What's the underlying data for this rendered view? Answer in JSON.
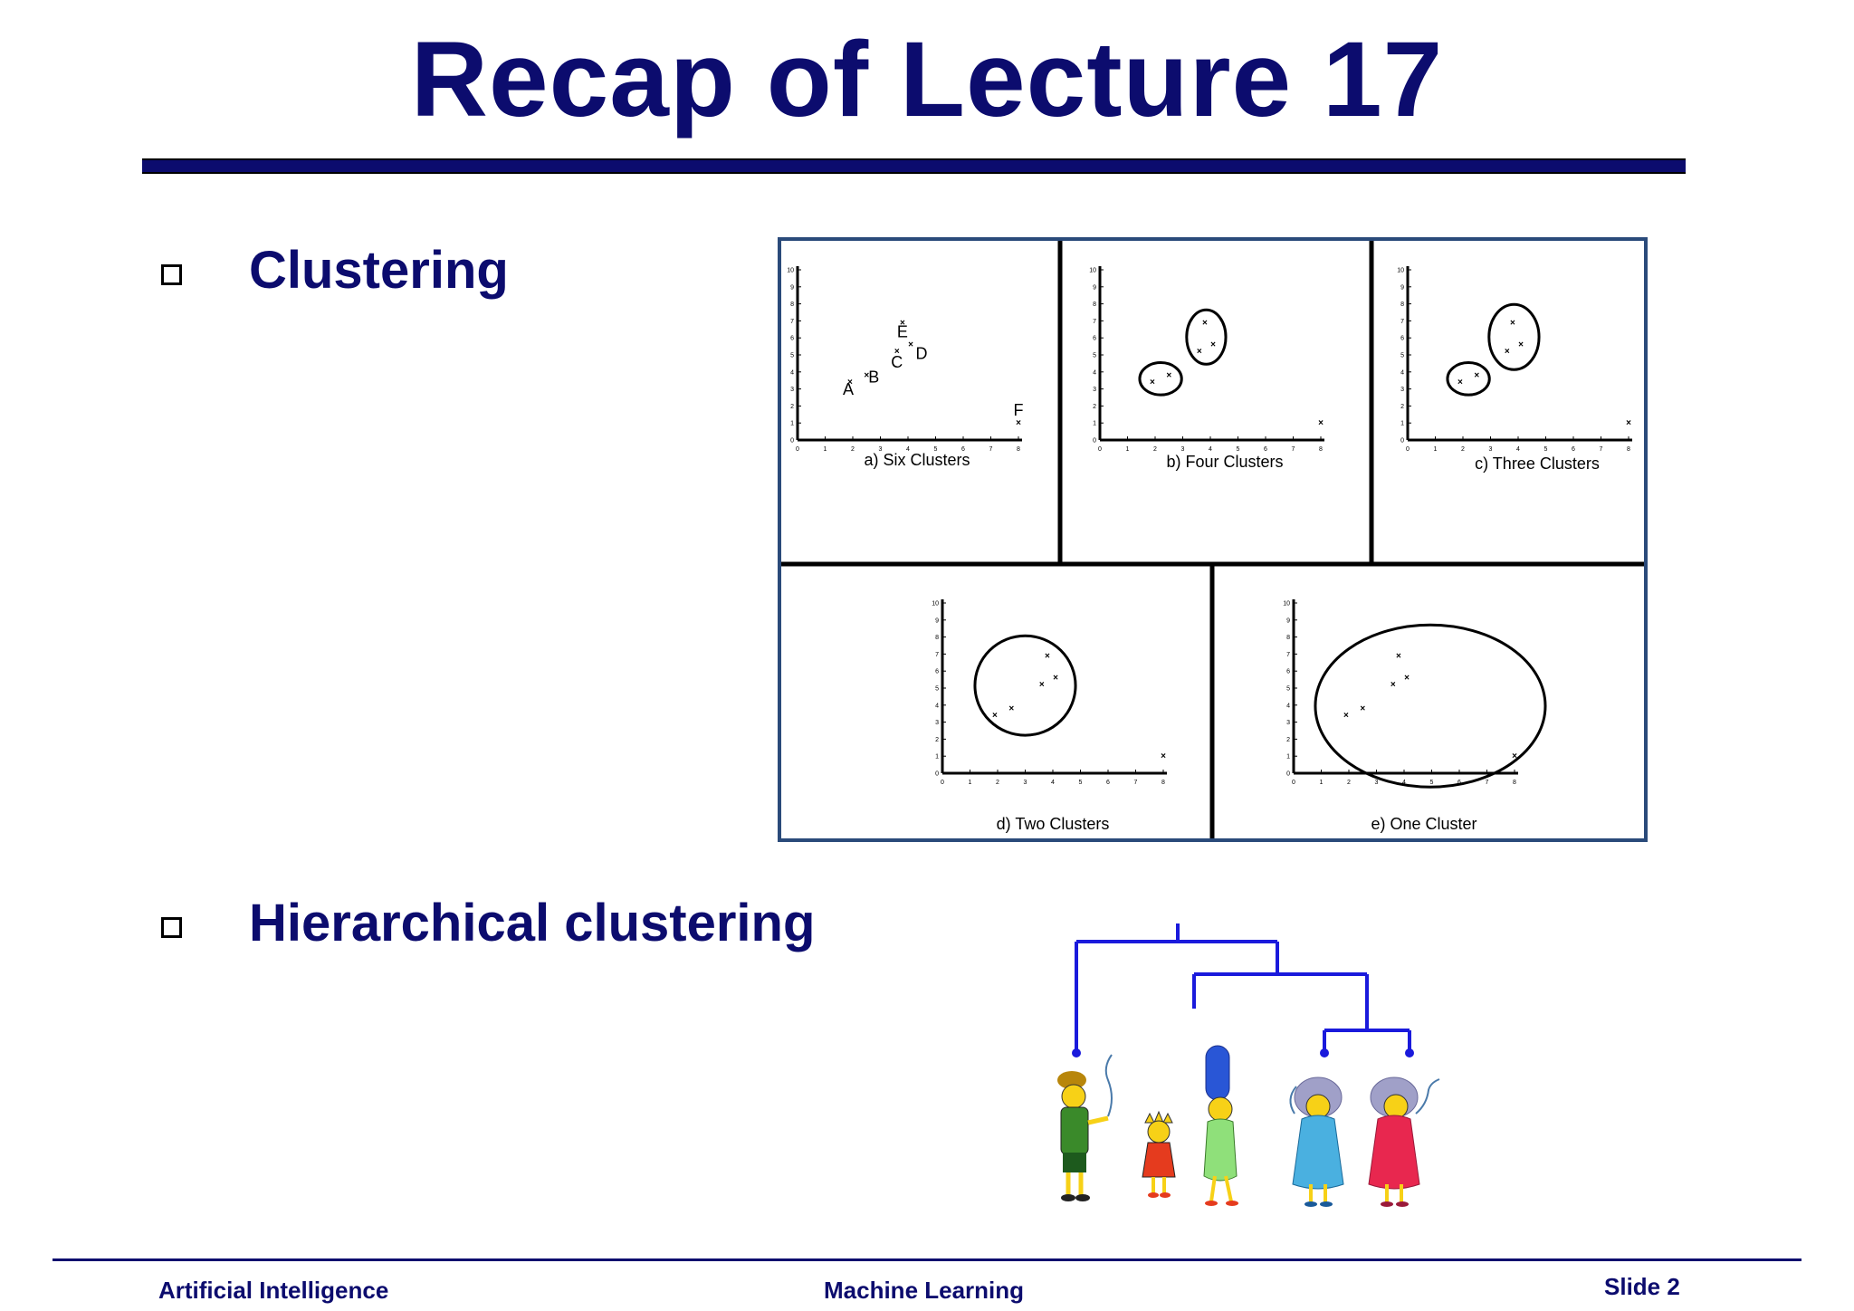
{
  "slide": {
    "title": "Recap of Lecture 17",
    "bullets": [
      {
        "label": "Clustering"
      },
      {
        "label": "Hierarchical clustering"
      }
    ]
  },
  "clustering_figure": {
    "panels": [
      {
        "caption": "a)  Six Clusters",
        "point_labels": [
          "A",
          "B",
          "C",
          "D",
          "E",
          "F"
        ]
      },
      {
        "caption": "b)  Four Clusters"
      },
      {
        "caption": "c)  Three Clusters"
      },
      {
        "caption": "d)  Two Clusters"
      },
      {
        "caption": "e)  One Cluster"
      }
    ],
    "points": [
      {
        "label": "A",
        "x": 1.9,
        "y": 3.4
      },
      {
        "label": "B",
        "x": 2.5,
        "y": 3.8
      },
      {
        "label": "C",
        "x": 3.6,
        "y": 5.2
      },
      {
        "label": "D",
        "x": 4.1,
        "y": 5.6
      },
      {
        "label": "E",
        "x": 3.8,
        "y": 6.9
      },
      {
        "label": "F",
        "x": 8.0,
        "y": 1.0
      }
    ],
    "x_ticks": [
      "0",
      "1",
      "2",
      "3",
      "4",
      "5",
      "6",
      "7",
      "8"
    ],
    "y_ticks": [
      "0",
      "1",
      "2",
      "3",
      "4",
      "5",
      "6",
      "7",
      "8",
      "9",
      "10"
    ]
  },
  "dendrogram": {
    "line_color": "#1a1adc",
    "icons": [
      "edna-figure-icon",
      "lisa-figure-icon",
      "marge-figure-icon",
      "patty-figure-icon",
      "selma-figure-icon"
    ]
  },
  "footer": {
    "left": "Artificial Intelligence",
    "center": "Machine Learning",
    "right": "Slide 2"
  }
}
